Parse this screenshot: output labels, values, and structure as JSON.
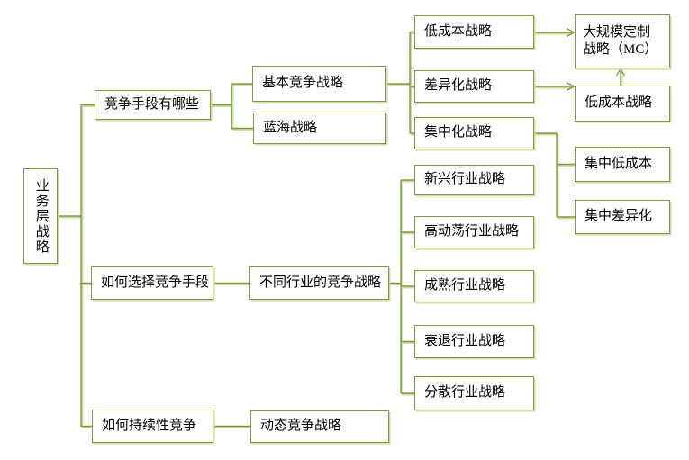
{
  "diagram": {
    "type": "mindmap-flowchart",
    "colors": {
      "box_border": "#7e9c3f",
      "connector_dark": "#7e9c3f",
      "connector_highlight": "#cbdca6",
      "box_fill": "#ffffff",
      "text": "#000000",
      "background": "#ffffff"
    }
  },
  "nodes": {
    "root": {
      "label": "业务层战略"
    },
    "competitive_means": {
      "label": "竞争手段有哪些"
    },
    "choose_means": {
      "label": "如何选择竞争手段"
    },
    "sustain_competition": {
      "label": "如何持续性竞争"
    },
    "basic_competitive": {
      "label": "基本竞争战略"
    },
    "blue_ocean": {
      "label": "蓝海战略"
    },
    "industry_strategies": {
      "label": "不同行业的竞争战略"
    },
    "dynamic_competition": {
      "label": "动态竞争战略"
    },
    "low_cost": {
      "label": "低成本战略"
    },
    "differentiation": {
      "label": "差异化战略"
    },
    "focus": {
      "label": "集中化战略"
    },
    "emerging_industry": {
      "label": "新兴行业战略"
    },
    "turbulent_industry": {
      "label": "高动荡行业战略"
    },
    "mature_industry": {
      "label": "成熟行业战略"
    },
    "declining_industry": {
      "label": "衰退行业战略"
    },
    "fragmented_industry": {
      "label": "分散行业战略"
    },
    "mass_customization": {
      "label": "大规模定制\n战略（MC）"
    },
    "low_cost_2": {
      "label": "低成本战略"
    },
    "focused_low_cost": {
      "label": "集中低成本"
    },
    "focused_differentiation": {
      "label": "集中差异化"
    }
  },
  "edges": [
    {
      "from": "root",
      "to": "competitive_means",
      "arrow": false
    },
    {
      "from": "root",
      "to": "choose_means",
      "arrow": false
    },
    {
      "from": "root",
      "to": "sustain_competition",
      "arrow": false
    },
    {
      "from": "competitive_means",
      "to": "basic_competitive",
      "arrow": false
    },
    {
      "from": "competitive_means",
      "to": "blue_ocean",
      "arrow": false
    },
    {
      "from": "basic_competitive",
      "to": "low_cost",
      "arrow": false
    },
    {
      "from": "basic_competitive",
      "to": "differentiation",
      "arrow": false
    },
    {
      "from": "basic_competitive",
      "to": "focus",
      "arrow": false
    },
    {
      "from": "choose_means",
      "to": "industry_strategies",
      "arrow": false
    },
    {
      "from": "industry_strategies",
      "to": "emerging_industry",
      "arrow": false
    },
    {
      "from": "industry_strategies",
      "to": "turbulent_industry",
      "arrow": false
    },
    {
      "from": "industry_strategies",
      "to": "mature_industry",
      "arrow": false
    },
    {
      "from": "industry_strategies",
      "to": "declining_industry",
      "arrow": false
    },
    {
      "from": "industry_strategies",
      "to": "fragmented_industry",
      "arrow": false
    },
    {
      "from": "sustain_competition",
      "to": "dynamic_competition",
      "arrow": false
    },
    {
      "from": "focus",
      "to": "focused_low_cost",
      "arrow": false
    },
    {
      "from": "focus",
      "to": "focused_differentiation",
      "arrow": false
    },
    {
      "from": "low_cost",
      "to": "mass_customization",
      "arrow": true
    },
    {
      "from": "differentiation",
      "to": "low_cost_2",
      "arrow": true
    },
    {
      "from": "low_cost_2",
      "to": "mass_customization",
      "arrow": true
    }
  ]
}
